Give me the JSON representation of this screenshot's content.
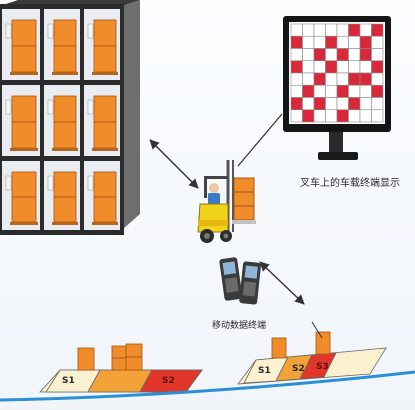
{
  "labels": {
    "monitor_caption": "叉车上的车载终端显示",
    "terminal_caption": "移动数据终端",
    "zone_left_s1": "S1",
    "zone_left_s2": "S2",
    "zone_right_s1": "S1",
    "zone_right_s2": "S2",
    "zone_right_s3": "S3"
  },
  "grid": {
    "rows": 8,
    "cols": 8,
    "red_cells": [
      [
        0,
        5
      ],
      [
        0,
        7
      ],
      [
        1,
        0
      ],
      [
        1,
        3
      ],
      [
        1,
        6
      ],
      [
        2,
        2
      ],
      [
        2,
        4
      ],
      [
        2,
        6
      ],
      [
        3,
        0
      ],
      [
        3,
        3
      ],
      [
        3,
        7
      ],
      [
        4,
        2
      ],
      [
        4,
        5
      ],
      [
        4,
        6
      ],
      [
        5,
        1
      ],
      [
        5,
        4
      ],
      [
        5,
        7
      ],
      [
        6,
        0
      ],
      [
        6,
        2
      ],
      [
        6,
        5
      ],
      [
        7,
        1
      ],
      [
        7,
        4
      ]
    ],
    "red_color": "#d9283a",
    "empty_color": "#ffffff",
    "line_color": "#8a8a8a"
  },
  "colors": {
    "box_orange": "#f08c2a",
    "rack_frame": "#2b2b2b",
    "forklift_yellow": "#f2d21b",
    "zone_red": "#e2362c",
    "zone_orange": "#f2a236",
    "zone_cream": "#fbf0cf",
    "floor_blue": "#2a8fd8"
  },
  "icons": {
    "monitor": "monitor-icon",
    "forklift": "forklift-icon",
    "terminal": "handheld-scanner-icon"
  }
}
